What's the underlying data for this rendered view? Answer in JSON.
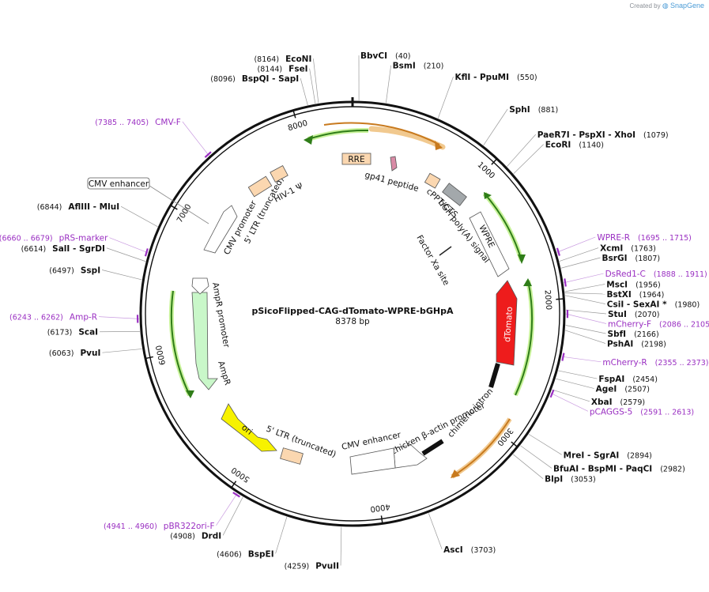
{
  "app": {
    "credit_prefix": "Created by",
    "brand": "SnapGene"
  },
  "plasmid": {
    "name": "pSicoFlipped-CAG-dTomato-WPRE-bGHpA",
    "length_label": "8378 bp",
    "length": 8378
  },
  "ticks": [
    {
      "pos": 1000,
      "label": "1000"
    },
    {
      "pos": 2000,
      "label": "2000"
    },
    {
      "pos": 3000,
      "label": "3000"
    },
    {
      "pos": 4000,
      "label": "4000"
    },
    {
      "pos": 5000,
      "label": "5000"
    },
    {
      "pos": 6000,
      "label": "6000"
    },
    {
      "pos": 7000,
      "label": "7000"
    },
    {
      "pos": 8000,
      "label": "8000"
    }
  ],
  "restriction_sites": [
    {
      "name": "BbvCI",
      "pos_label": "(40)",
      "pos": 40
    },
    {
      "name": "BsmI",
      "pos_label": "(210)",
      "pos": 210
    },
    {
      "name": "KflI  - PpuMI",
      "pos_label": "(550)",
      "pos": 550
    },
    {
      "name": "SphI",
      "pos_label": "(881)",
      "pos": 881
    },
    {
      "name": "PaeR7I  - PspXI  - XhoI",
      "pos_label": "(1079)",
      "pos": 1079
    },
    {
      "name": "EcoRI",
      "pos_label": "(1140)",
      "pos": 1140
    },
    {
      "name": "XcmI",
      "pos_label": "(1763)",
      "pos": 1763
    },
    {
      "name": "BsrGI",
      "pos_label": "(1807)",
      "pos": 1807
    },
    {
      "name": "MscI",
      "pos_label": "(1956)",
      "pos": 1956
    },
    {
      "name": "BstXI",
      "pos_label": "(1964)",
      "pos": 1964
    },
    {
      "name": "CsiI  - SexAI  *",
      "pos_label": "(1980)",
      "pos": 1980
    },
    {
      "name": "StuI",
      "pos_label": "(2070)",
      "pos": 2070
    },
    {
      "name": "SbfI",
      "pos_label": "(2166)",
      "pos": 2166
    },
    {
      "name": "PshAI",
      "pos_label": "(2198)",
      "pos": 2198
    },
    {
      "name": "FspAI",
      "pos_label": "(2454)",
      "pos": 2454
    },
    {
      "name": "AgeI",
      "pos_label": "(2507)",
      "pos": 2507
    },
    {
      "name": "XbaI",
      "pos_label": "(2579)",
      "pos": 2579
    },
    {
      "name": "MreI  - SgrAI",
      "pos_label": "(2894)",
      "pos": 2894
    },
    {
      "name": "BfuAI  - BspMI  - PaqCI",
      "pos_label": "(2982)",
      "pos": 2982
    },
    {
      "name": "BlpI",
      "pos_label": "(3053)",
      "pos": 3053
    },
    {
      "name": "AscI",
      "pos_label": "(3703)",
      "pos": 3703
    },
    {
      "name": "PvuII",
      "pos_label": "(4259)",
      "pos": 4259
    },
    {
      "name": "BspEI",
      "pos_label": "(4606)",
      "pos": 4606
    },
    {
      "name": "DrdI",
      "pos_label": "(4908)",
      "pos": 4908
    },
    {
      "name": "PvuI",
      "pos_label": "(6063)",
      "pos": 6063
    },
    {
      "name": "ScaI",
      "pos_label": "(6173)",
      "pos": 6173
    },
    {
      "name": "SspI",
      "pos_label": "(6497)",
      "pos": 6497
    },
    {
      "name": "SalI  - SgrDI",
      "pos_label": "(6614)",
      "pos": 6614
    },
    {
      "name": "AflIII  - MluI",
      "pos_label": "(6844)",
      "pos": 6844
    },
    {
      "name": "BspQI  - SapI",
      "pos_label": "(8096)",
      "pos": 8096
    },
    {
      "name": "FseI",
      "pos_label": "(8144)",
      "pos": 8144
    },
    {
      "name": "EcoNI",
      "pos_label": "(8164)",
      "pos": 8164
    }
  ],
  "primers": [
    {
      "name": "WPRE-R",
      "range": "(1695 .. 1715)",
      "pos": 1705
    },
    {
      "name": "DsRed1-C",
      "range": "(1888 .. 1911)",
      "pos": 1900
    },
    {
      "name": "mCherry-F",
      "range": "(2086 .. 2105)",
      "pos": 2095
    },
    {
      "name": "mCherry-R",
      "range": "(2355 .. 2373)",
      "pos": 2364
    },
    {
      "name": "pCAGGS-5",
      "range": "(2591 .. 2613)",
      "pos": 2602
    },
    {
      "name": "pBR322ori-F",
      "range": "(4941 .. 4960)",
      "pos": 4950
    },
    {
      "name": "Amp-R",
      "range": "(6243 .. 6262)",
      "pos": 6252
    },
    {
      "name": "pRS-marker",
      "range": "(6660 .. 6679)",
      "pos": 6670
    },
    {
      "name": "CMV-F",
      "range": "(7385 .. 7405)",
      "pos": 7395
    }
  ],
  "features": {
    "rre": "RRE",
    "gp41": "gp41 peptide",
    "cppt": "cPPT/CTS",
    "bgh": "bGH poly(A) signal",
    "wpre": "WPRE",
    "factor_xa": "Factor Xa site",
    "dtomato": "dTomato",
    "chimeric_intron": "chimeric intron",
    "chicken_actin": "chicken β-actin promoter",
    "cmv_enhancer_inner": "CMV enhancer",
    "ltr_5_trunc_bottom": "5' LTR (truncated)",
    "ori": "ori",
    "ampr": "AmpR",
    "ampr_promoter": "AmpR promoter",
    "cmv_promoter": "CMV promoter",
    "ltr_5_trunc_top": "5' LTR (truncated)",
    "hiv_psi": "HIV-1 Ψ",
    "cmv_enhancer_box": "CMV enhancer"
  },
  "colors": {
    "primer": "#9a2fc2",
    "dtomato": "#ee1c1c",
    "ampr": "#c9f7c9",
    "ori": "#f7f200",
    "ltr": "#fbd7b0",
    "bgh": "#a3a8ab",
    "gp41": "#d98ba6",
    "green_orf": "#5aa832",
    "orange_orf": "#e89a2c"
  }
}
